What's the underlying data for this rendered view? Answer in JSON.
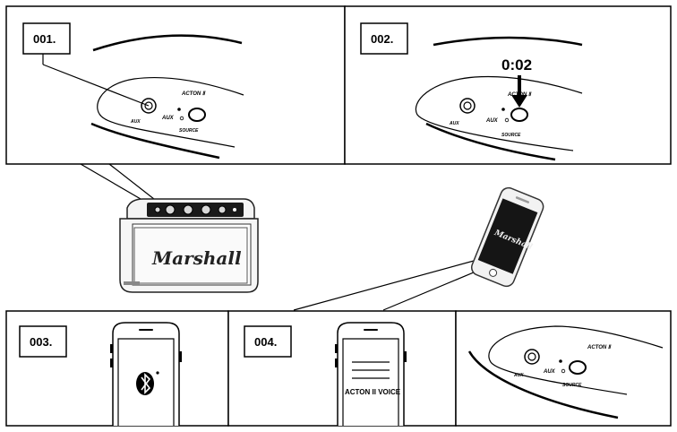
{
  "steps": {
    "s1": "001.",
    "s2": "002.",
    "s3": "003.",
    "s4": "004."
  },
  "speaker": {
    "model": "ACTON Ⅱ",
    "aux": "AUX",
    "aux_port": "AUX",
    "source": "SOURCE",
    "brand": "Marshall"
  },
  "hold_time": "0:02",
  "app_text": "ACTON II VOICE"
}
